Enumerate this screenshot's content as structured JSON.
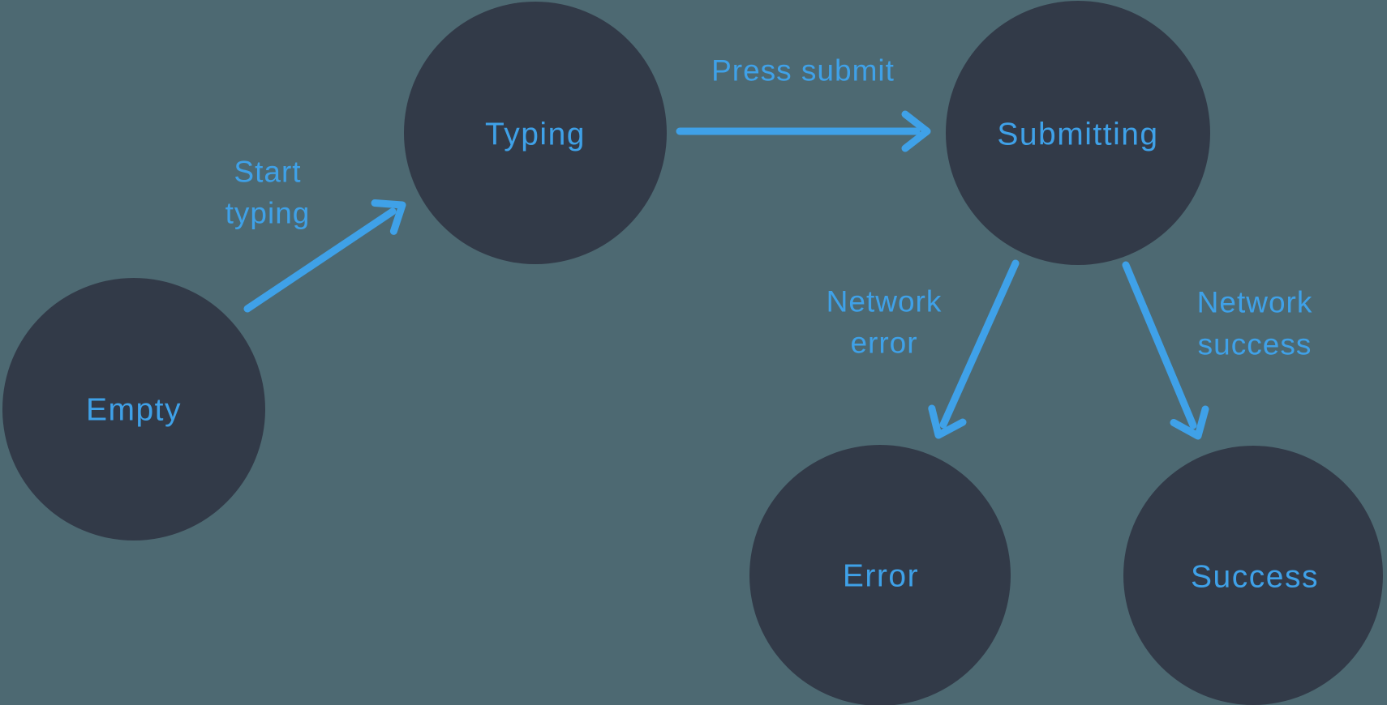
{
  "diagram": {
    "background_color": "#4D6972",
    "node_fill_color": "#323A48",
    "accent_color": "#3FA1E8"
  },
  "nodes": [
    {
      "id": "empty",
      "label": "Empty"
    },
    {
      "id": "typing",
      "label": "Typing"
    },
    {
      "id": "submitting",
      "label": "Submitting"
    },
    {
      "id": "error",
      "label": "Error"
    },
    {
      "id": "success",
      "label": "Success"
    }
  ],
  "edges": [
    {
      "id": "start-typing",
      "from": "Empty",
      "to": "Typing",
      "label": "Start typing",
      "label_lines": [
        "Start",
        "typing"
      ]
    },
    {
      "id": "press-submit",
      "from": "Typing",
      "to": "Submitting",
      "label": "Press submit",
      "label_lines": [
        "Press submit"
      ]
    },
    {
      "id": "network-error",
      "from": "Submitting",
      "to": "Error",
      "label": "Network error",
      "label_lines": [
        "Network",
        "error"
      ]
    },
    {
      "id": "network-success",
      "from": "Submitting",
      "to": "Success",
      "label": "Network success",
      "label_lines": [
        "Network",
        "success"
      ]
    }
  ]
}
